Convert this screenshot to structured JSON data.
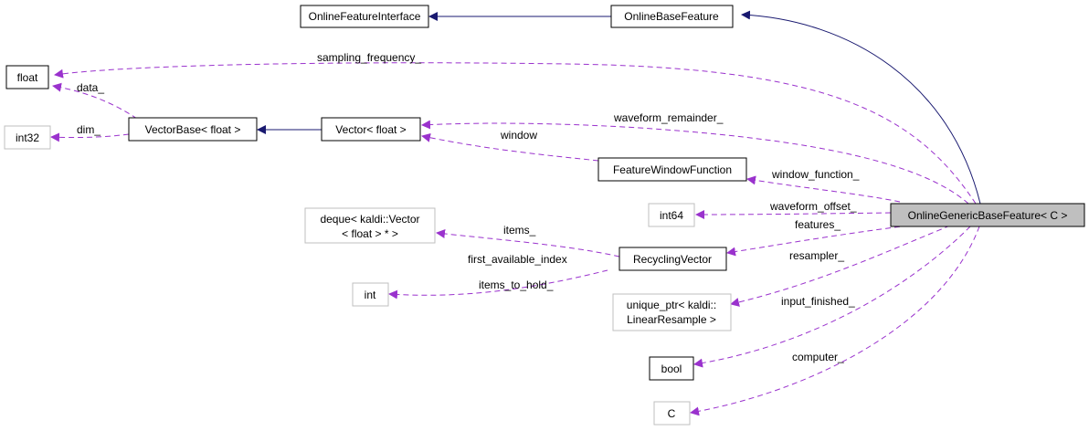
{
  "colors": {
    "inheritance": "#191970",
    "usage": "#9a32cd",
    "node_border": "#000000",
    "undocumented_border": "#bfbfbf",
    "focus_fill": "#bfbfbf"
  },
  "nodes": {
    "online_feature_interface": {
      "label": "OnlineFeatureInterface"
    },
    "online_base_feature": {
      "label": "OnlineBaseFeature"
    },
    "float": {
      "label": "float"
    },
    "int32": {
      "label": "int32"
    },
    "vector_base_float": {
      "label": "VectorBase< float >"
    },
    "vector_float": {
      "label": "Vector< float >"
    },
    "feature_window_function": {
      "label": "FeatureWindowFunction"
    },
    "int64": {
      "label": "int64"
    },
    "online_generic_base_feature": {
      "label": "OnlineGenericBaseFeature< C >"
    },
    "deque": {
      "line1": "deque< kaldi::Vector",
      "line2": "< float > * >"
    },
    "recycling_vector": {
      "label": "RecyclingVector"
    },
    "int": {
      "label": "int"
    },
    "unique_ptr": {
      "line1": "unique_ptr< kaldi::",
      "line2": "LinearResample >"
    },
    "bool": {
      "label": "bool"
    },
    "c": {
      "label": "C"
    }
  },
  "edge_labels": {
    "sampling_frequency": "sampling_frequency_",
    "data": "data_",
    "dim": "dim_",
    "waveform_remainder": "waveform_remainder_",
    "window": "window",
    "window_function": "window_function_",
    "waveform_offset": "waveform_offset_",
    "features": "features_",
    "items": "items_",
    "first_available_index": "first_available_index",
    "items_to_hold": "items_to_hold_",
    "resampler": "resampler_",
    "input_finished": "input_finished_",
    "computer": "computer_"
  }
}
